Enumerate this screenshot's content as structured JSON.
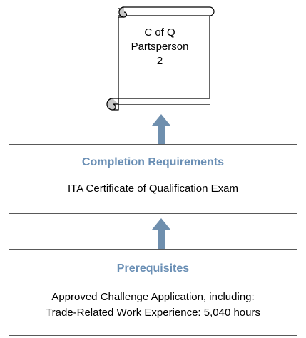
{
  "certificate_scroll": {
    "lines": [
      "C of Q",
      "Partsperson",
      "2"
    ]
  },
  "completion_box": {
    "title": "Completion Requirements",
    "body": "ITA Certificate of Qualification Exam"
  },
  "prerequisites_box": {
    "title": "Prerequisites",
    "body_lines": [
      "Approved Challenge Application, including:",
      "Trade-Related Work Experience: 5,040 hours"
    ]
  },
  "colors": {
    "title_blue": "#6a8fb5",
    "arrow_blue": "#6f8fae",
    "scroll_fold": "#c8c8c8",
    "border": "#595959"
  }
}
